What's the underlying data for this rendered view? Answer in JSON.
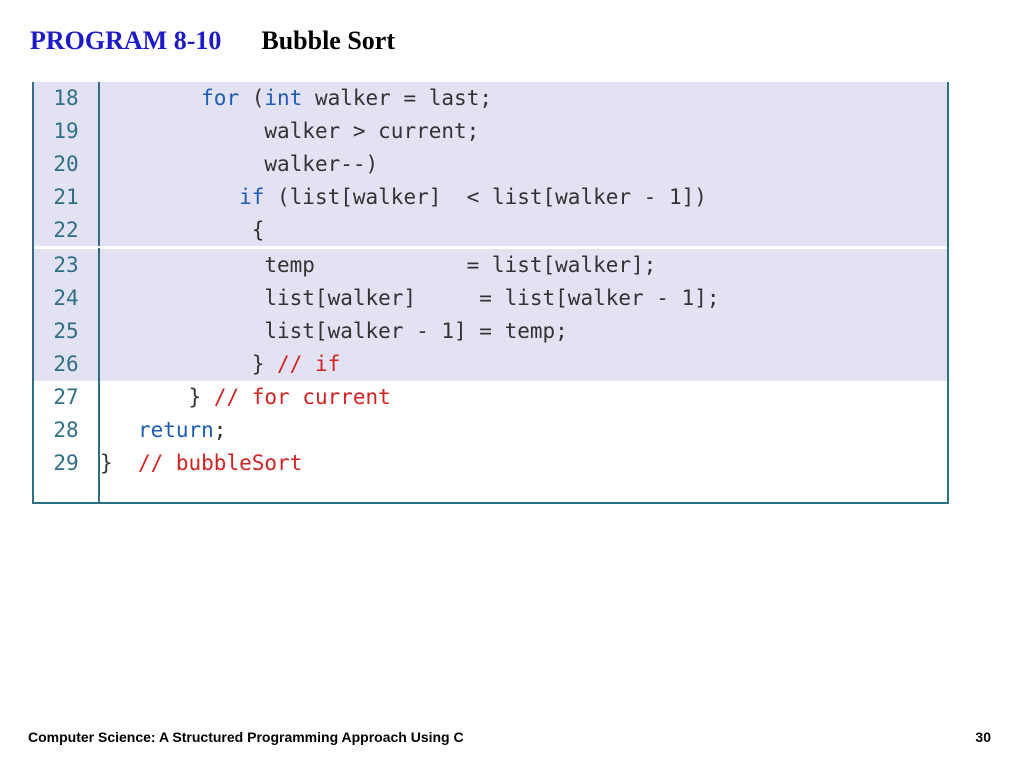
{
  "header": {
    "program_number": "PROGRAM 8-10",
    "program_name": "Bubble Sort"
  },
  "code": {
    "lines": [
      {
        "num": "18",
        "indent": "        ",
        "kw": "for",
        "text": " (",
        "kw2": "int",
        "text2": " walker = last;",
        "comment": "",
        "highlight": true
      },
      {
        "num": "19",
        "indent": "             ",
        "kw": "",
        "text": "walker > current;",
        "kw2": "",
        "text2": "",
        "comment": "",
        "highlight": true
      },
      {
        "num": "20",
        "indent": "             ",
        "kw": "",
        "text": "walker--)",
        "kw2": "",
        "text2": "",
        "comment": "",
        "highlight": true
      },
      {
        "num": "21",
        "indent": "           ",
        "kw": "if",
        "text": " (list[walker]  < list[walker - 1])",
        "kw2": "",
        "text2": "",
        "comment": "",
        "highlight": true
      },
      {
        "num": "22",
        "indent": "            ",
        "kw": "",
        "text": "{",
        "kw2": "",
        "text2": "",
        "comment": "",
        "highlight": true
      },
      {
        "num": "23",
        "indent": "            ",
        "kw": "",
        "text": " temp            = list[walker];",
        "kw2": "",
        "text2": "",
        "comment": "",
        "highlight": true
      },
      {
        "num": "24",
        "indent": "            ",
        "kw": "",
        "text": " list[walker]     = list[walker - 1];",
        "kw2": "",
        "text2": "",
        "comment": "",
        "highlight": true
      },
      {
        "num": "25",
        "indent": "            ",
        "kw": "",
        "text": " list[walker - 1] = temp;",
        "kw2": "",
        "text2": "",
        "comment": "",
        "highlight": true
      },
      {
        "num": "26",
        "indent": "            ",
        "kw": "",
        "text": "} ",
        "kw2": "",
        "text2": "",
        "comment": "// if",
        "highlight": true
      },
      {
        "num": "27",
        "indent": "       ",
        "kw": "",
        "text": "} ",
        "kw2": "",
        "text2": "",
        "comment": "// for current",
        "highlight": false
      },
      {
        "num": "28",
        "indent": "   ",
        "kw": "return",
        "text": ";",
        "kw2": "",
        "text2": "",
        "comment": "",
        "highlight": false
      },
      {
        "num": "29",
        "indent": "",
        "kw": "",
        "text": "}  ",
        "kw2": "",
        "text2": "",
        "comment": "// bubbleSort",
        "highlight": false
      }
    ]
  },
  "footer": {
    "book_title": "Computer Science: A Structured Programming Approach Using C",
    "page_number": "30"
  }
}
